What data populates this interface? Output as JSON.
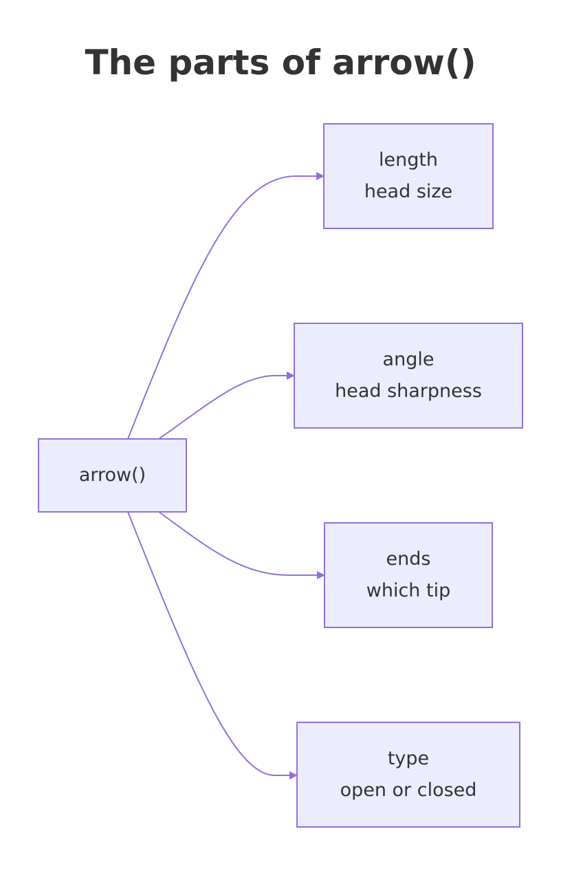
{
  "diagram": {
    "title": "The parts of arrow()",
    "root": {
      "label": "arrow()"
    },
    "children": [
      {
        "id": "length",
        "line1": "length",
        "line2": "head size"
      },
      {
        "id": "angle",
        "line1": "angle",
        "line2": "head sharpness"
      },
      {
        "id": "ends",
        "line1": "ends",
        "line2": "which tip"
      },
      {
        "id": "type",
        "line1": "type",
        "line2": "open or closed"
      }
    ],
    "colors": {
      "node_fill": "#ececff",
      "node_border": "#9370db",
      "edge": "#9370db",
      "text": "#333333"
    }
  }
}
